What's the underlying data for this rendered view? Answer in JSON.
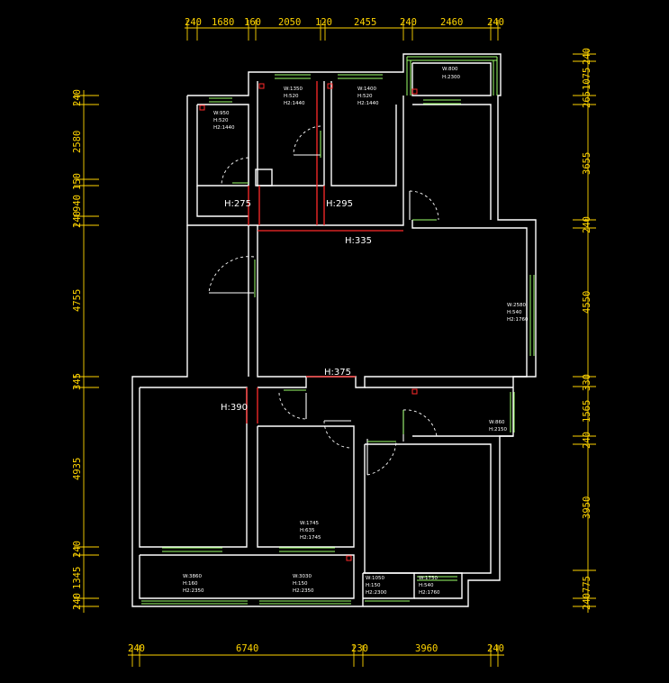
{
  "dimensions": {
    "top": [
      "240",
      "1680",
      "160",
      "2050",
      "120",
      "2455",
      "240",
      "2460",
      "240"
    ],
    "bottom": [
      "240",
      "6740",
      "230",
      "3960",
      "240"
    ],
    "left": [
      "240",
      "2580",
      "150",
      "940",
      "240",
      "4755",
      "345",
      "4935",
      "240",
      "1345",
      "240"
    ],
    "right": [
      "240",
      "1075",
      "265",
      "3655",
      "240",
      "4550",
      "330",
      "1565",
      "240",
      "3950",
      "775",
      "240"
    ]
  },
  "height_labels": [
    "H:275",
    "H:295",
    "H:335",
    "H:375",
    "H:390"
  ],
  "openings": [
    {
      "w": "W:800",
      "h": "H:2300"
    },
    {
      "w": "W:950",
      "h": "H:520",
      "h2": "H2:1440"
    },
    {
      "w": "W:1350",
      "h": "H:520",
      "h2": "H2:1440"
    },
    {
      "w": "W:1400",
      "h": "H:520",
      "h2": "H2:1440"
    },
    {
      "w": "W:2580",
      "h": "H:540",
      "h2": "H2:1760"
    },
    {
      "w": "W:1745",
      "h": "H:635",
      "h2": "H2:1745"
    },
    {
      "w": "W:860",
      "h": "H:2150"
    },
    {
      "w": "W:3860",
      "h": "H:160",
      "h2": "H2:2350"
    },
    {
      "w": "W:3030",
      "h": "H:150",
      "h2": "H2:2350"
    },
    {
      "w": "W:1050",
      "h": "H:150",
      "h2": "H2:2300"
    },
    {
      "w": "W:1750",
      "h": "H:540",
      "h2": "H2:1760"
    }
  ],
  "colors": {
    "wall": "#ffffff",
    "window": "#9cff6a",
    "beam": "#ff2a2a",
    "dimension": "#ffd400",
    "background": "#000000"
  }
}
